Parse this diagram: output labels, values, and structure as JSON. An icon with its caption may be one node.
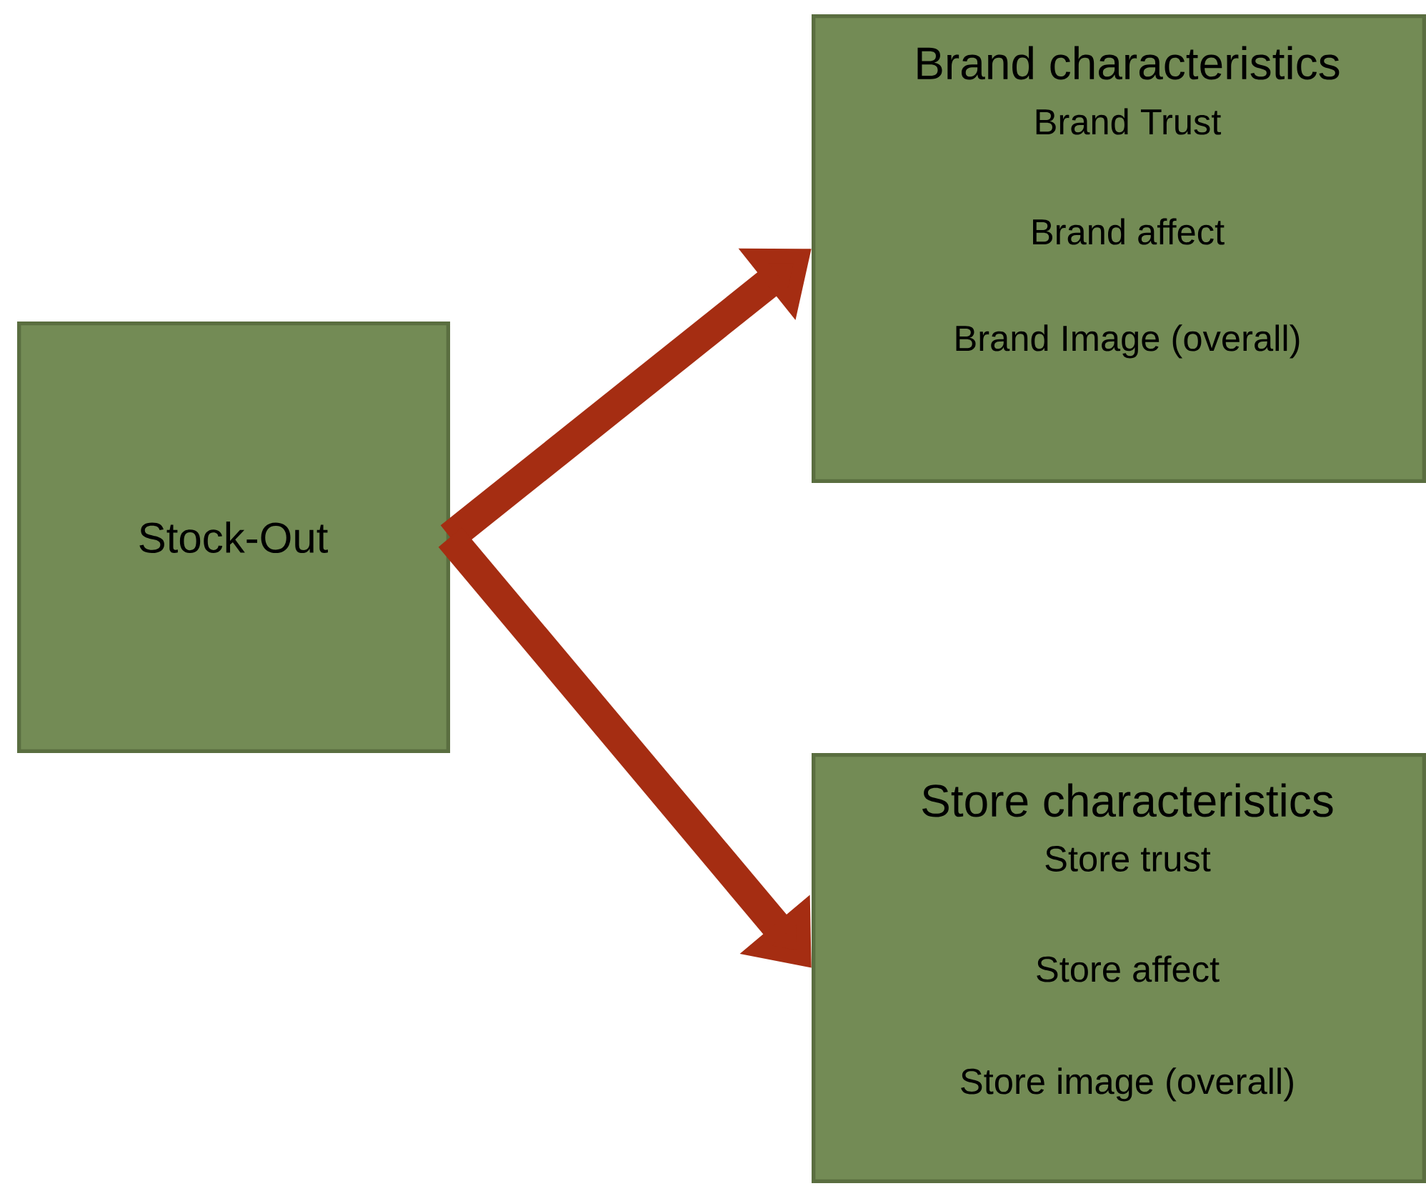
{
  "diagram": {
    "nodes": [
      {
        "text": [
          "Stock-Out"
        ]
      },
      {
        "text": [
          "Brand characteristics",
          "Brand Trust",
          "Brand affect",
          "Brand Image (overall)"
        ]
      },
      {
        "text": [
          "Store characteristics",
          "Store trust",
          "Store affect",
          "Store image (overall)"
        ]
      }
    ],
    "edges": [
      {
        "from": 0,
        "to": 1,
        "arrow": "to"
      },
      {
        "from": 0,
        "to": 2,
        "arrow": "to"
      }
    ]
  }
}
